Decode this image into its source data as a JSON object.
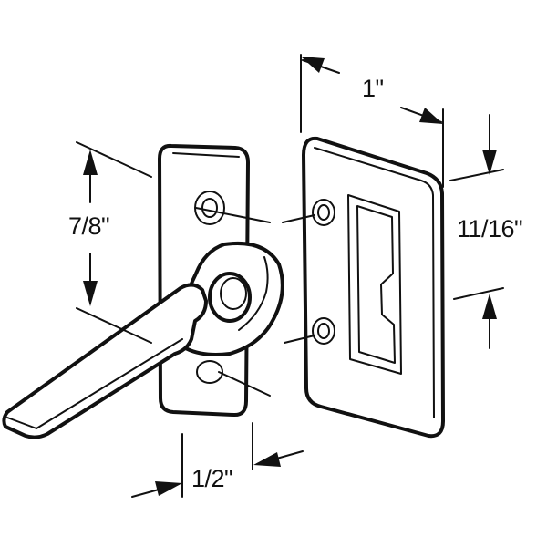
{
  "title": "Window sash lock with keeper dimensions",
  "dimensions": {
    "keeper_width": "1\"",
    "keeper_hole_spacing": "11/16\"",
    "lock_hole_spacing": "7/8\"",
    "lock_width": "1/2\""
  },
  "colors": {
    "line": "#111111",
    "background": "#ffffff"
  }
}
